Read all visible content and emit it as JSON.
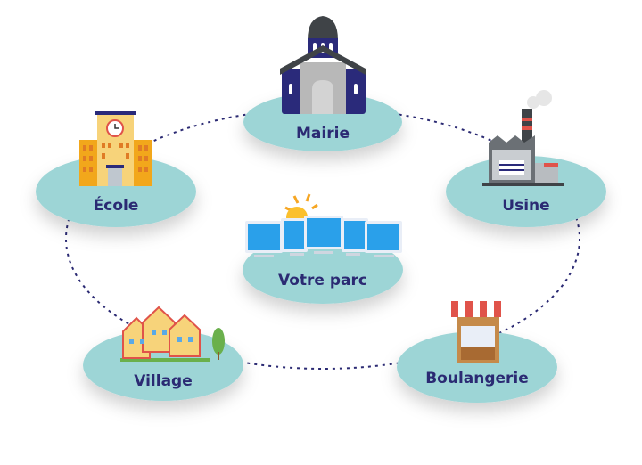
{
  "colors": {
    "node": "#9dd5d6",
    "label": "#2b2a73",
    "connector": "#2b2a73"
  },
  "nodes": [
    {
      "id": "mairie",
      "label": "Mairie",
      "icon": "town-hall-icon"
    },
    {
      "id": "ecole",
      "label": "École",
      "icon": "school-icon"
    },
    {
      "id": "usine",
      "label": "Usine",
      "icon": "factory-icon"
    },
    {
      "id": "parc",
      "label": "Votre parc",
      "icon": "solar-park-icon"
    },
    {
      "id": "village",
      "label": "Village",
      "icon": "houses-icon"
    },
    {
      "id": "boulangerie",
      "label": "Boulangerie",
      "icon": "bakery-icon"
    }
  ]
}
